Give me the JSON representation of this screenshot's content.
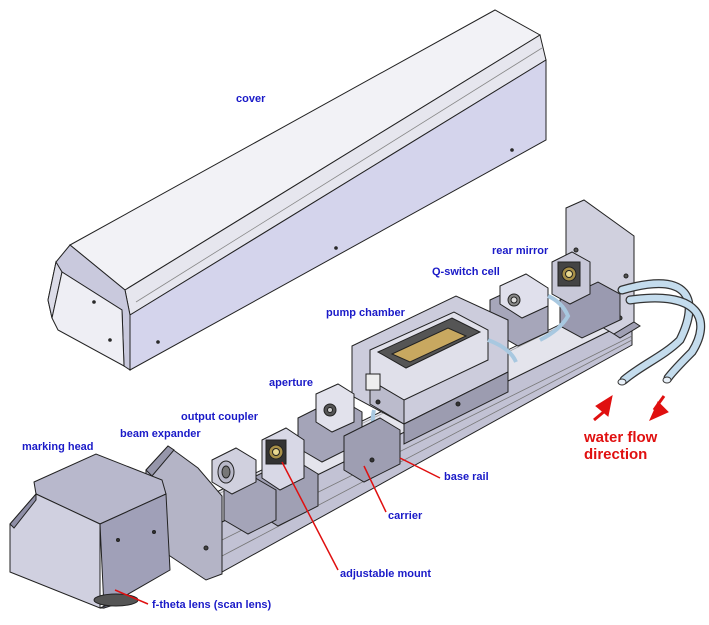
{
  "labels": {
    "cover": "cover",
    "rear_mirror": "rear mirror",
    "q_switch_cell": "Q-switch cell",
    "pump_chamber": "pump chamber",
    "aperture": "aperture",
    "output_coupler": "output coupler",
    "beam_expander": "beam expander",
    "marking_head": "marking head",
    "base_rail": "base rail",
    "carrier": "carrier",
    "adjustable_mount": "adjustable mount",
    "f_theta_lens": "f-theta lens (scan lens)",
    "water_flow_line1": "water flow",
    "water_flow_line2": "direction"
  },
  "colors": {
    "label_blue": "#1a1ac8",
    "leader_red": "#e01010",
    "metal_light": "#e8e8f0",
    "metal_mid": "#c8c8d8",
    "metal_dark": "#8a8aa0",
    "cover_inner": "#d8d8ee",
    "tube": "#a8c8e0"
  }
}
